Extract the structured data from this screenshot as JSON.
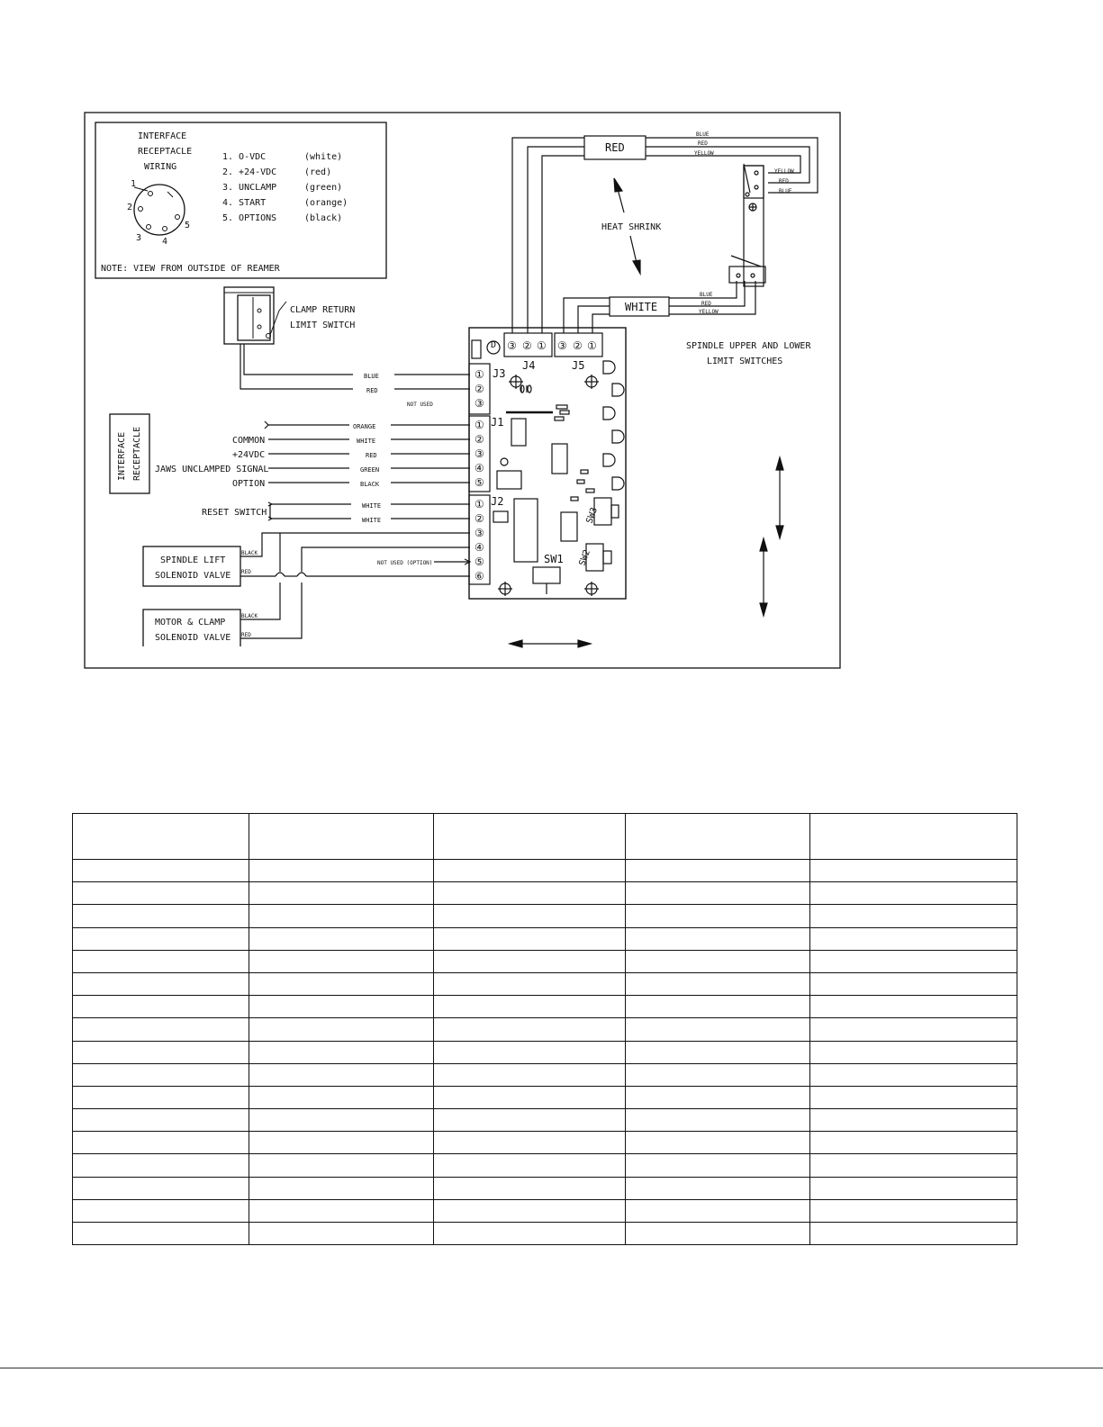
{
  "legend": {
    "title_lines": [
      "INTERFACE",
      "RECEPTACLE",
      "WIRING"
    ],
    "pins": [
      {
        "label": "1. O-VDC",
        "color": "(white)"
      },
      {
        "label": "2. +24-VDC",
        "color": "(red)"
      },
      {
        "label": "3. UNCLAMP",
        "color": "(green)"
      },
      {
        "label": "4. START",
        "color": "(orange)"
      },
      {
        "label": "5. OPTIONS",
        "color": "(black)"
      }
    ],
    "pin_numbers": [
      "1",
      "2",
      "3",
      "4",
      "5"
    ],
    "note": "NOTE: VIEW FROM OUTSIDE OF REAMER"
  },
  "components": {
    "clamp_return": [
      "CLAMP RETURN",
      "LIMIT SWITCH"
    ],
    "interface_receptacle": [
      "INTERFACE",
      "RECEPTACLE"
    ],
    "spindle_lift": [
      "SPINDLE LIFT",
      "SOLENOID VALVE"
    ],
    "motor_clamp": [
      "MOTOR & CLAMP",
      "SOLENOID VALVE"
    ],
    "spindle_switches": [
      "SPINDLE UPPER AND LOWER",
      "LIMIT SWITCHES"
    ],
    "heat_shrink": "HEAT SHRINK",
    "reset_switch": "RESET SWITCH"
  },
  "signals": {
    "common": "COMMON",
    "plus24": "+24VDC",
    "jaws": "JAWS UNCLAMPED SIGNAL",
    "option": "OPTION"
  },
  "wires": {
    "j3_1": "BLUE",
    "j3_2": "RED",
    "j3_3": "NOT USED",
    "j1_1": "ORANGE",
    "j1_2": "WHITE",
    "j1_3": "RED",
    "j1_4": "GREEN",
    "j1_5": "BLACK",
    "j2_1": "WHITE",
    "j2_2": "WHITE",
    "j2_5": "NOT USED (OPTION)",
    "spindle_black": "BLACK",
    "spindle_red": "RED",
    "motor_black": "BLACK",
    "motor_red": "RED"
  },
  "harness": {
    "top_label": "RED",
    "bottom_label": "WHITE",
    "top_wires": [
      "BLUE",
      "RED",
      "YELLOW"
    ],
    "sw_wires": [
      "YELLOW",
      "RED",
      "BLUE"
    ],
    "bottom_wires": [
      "BLUE",
      "RED",
      "YELLOW"
    ]
  },
  "board": {
    "connectors": [
      "J3",
      "J4",
      "J5",
      "J1",
      "J2"
    ],
    "switches": [
      "SW1",
      "SW2",
      "SW3"
    ],
    "pin_marks_3": [
      "③",
      "②",
      "①"
    ],
    "pin_marks_6": [
      "①",
      "②",
      "③",
      "④",
      "⑤",
      "⑥"
    ],
    "d_mark": "D"
  },
  "table": {
    "columns": 5,
    "body_rows": 17
  }
}
